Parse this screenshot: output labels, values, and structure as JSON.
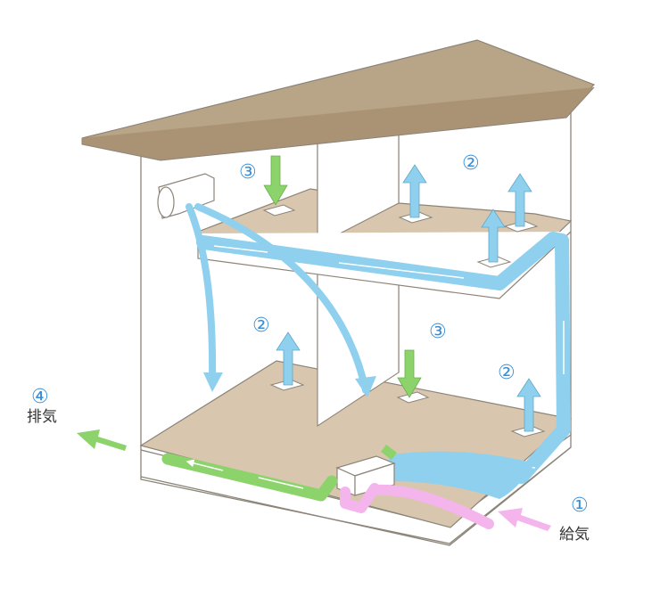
{
  "labels": {
    "supply_num": "①",
    "supply_text": "給気",
    "room_num_2": "②",
    "room_num_3": "③",
    "exhaust_num": "④",
    "exhaust_text": "排気"
  },
  "colors": {
    "roof": "#b8a487",
    "floor": "#d9c6ae",
    "wall_line": "#8c8478",
    "supply_air": "#8ed0ee",
    "stale_air": "#8bd36a",
    "fresh_intake": "#f4b4ec",
    "label_number": "#3a8fd8"
  }
}
